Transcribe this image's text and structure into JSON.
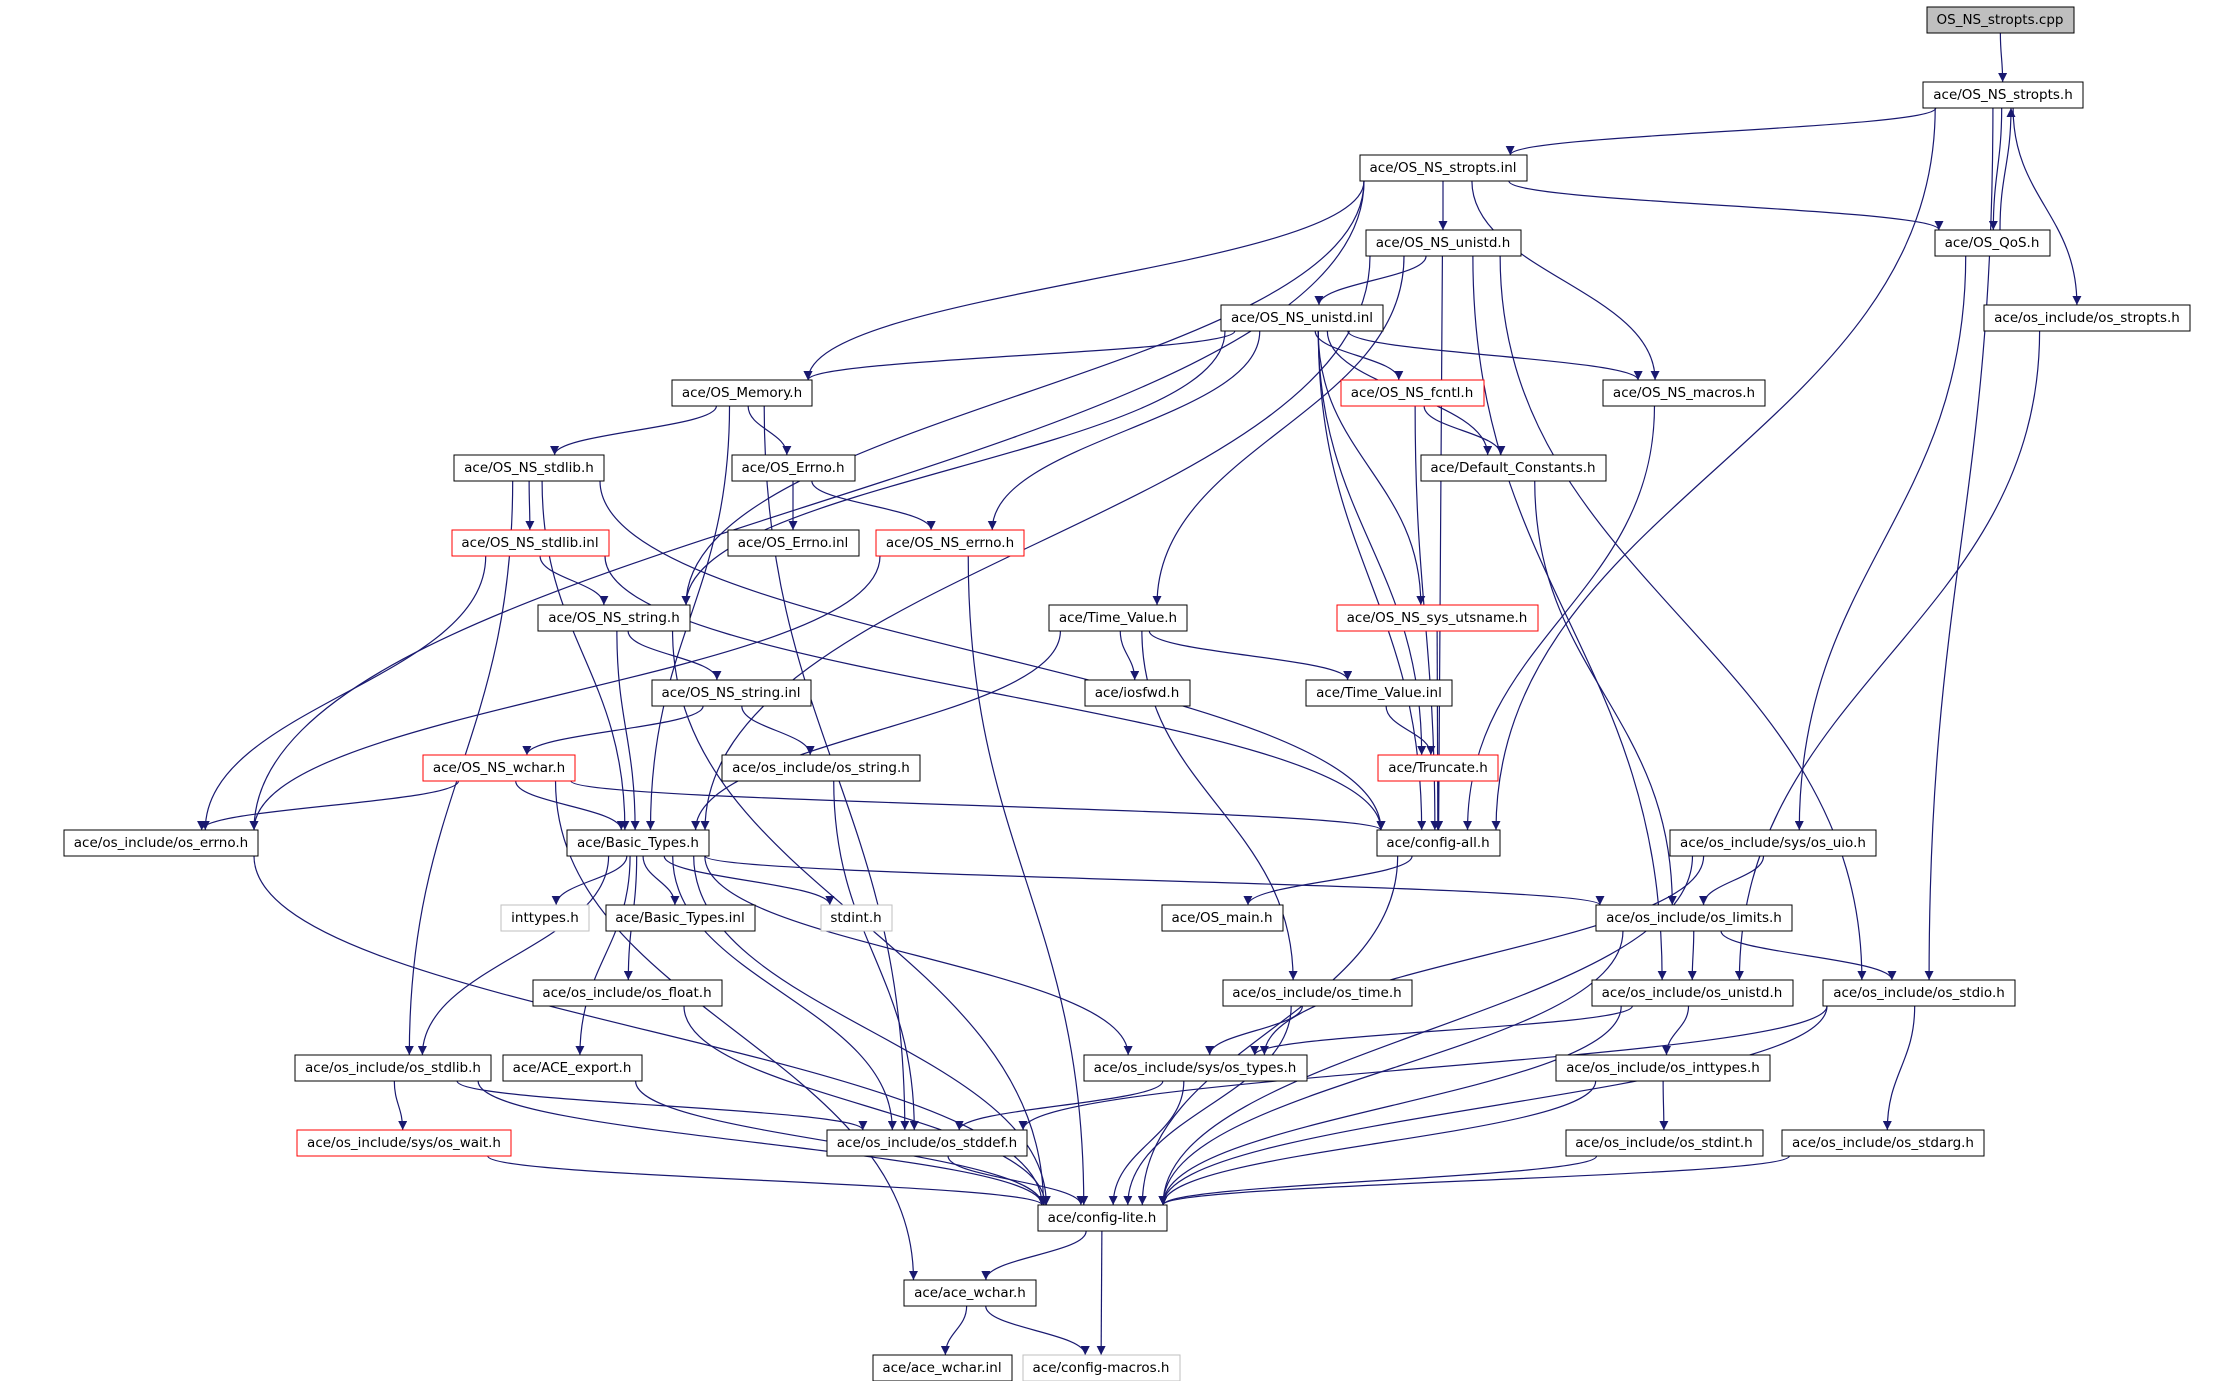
{
  "graph": {
    "nodes": [
      {
        "id": "n1",
        "label": "OS_NS_stropts.cpp",
        "kind": "root"
      },
      {
        "id": "n2",
        "label": "ace/OS_NS_stropts.h",
        "kind": "normal"
      },
      {
        "id": "n3",
        "label": "ace/OS_NS_stropts.inl",
        "kind": "normal"
      },
      {
        "id": "n4",
        "label": "ace/OS_QoS.h",
        "kind": "normal"
      },
      {
        "id": "n5",
        "label": "ace/os_include/os_stropts.h",
        "kind": "normal"
      },
      {
        "id": "n6",
        "label": "ace/OS_NS_unistd.h",
        "kind": "normal"
      },
      {
        "id": "n7",
        "label": "ace/OS_NS_unistd.inl",
        "kind": "normal"
      },
      {
        "id": "n8",
        "label": "ace/OS_Memory.h",
        "kind": "normal"
      },
      {
        "id": "n9",
        "label": "ace/OS_NS_fcntl.h",
        "kind": "truncated"
      },
      {
        "id": "n10",
        "label": "ace/OS_NS_macros.h",
        "kind": "normal"
      },
      {
        "id": "n11",
        "label": "ace/OS_NS_stdlib.h",
        "kind": "normal"
      },
      {
        "id": "n12",
        "label": "ace/OS_Errno.h",
        "kind": "normal"
      },
      {
        "id": "n13",
        "label": "ace/Default_Constants.h",
        "kind": "normal"
      },
      {
        "id": "n14",
        "label": "ace/OS_NS_stdlib.inl",
        "kind": "truncated"
      },
      {
        "id": "n15",
        "label": "ace/OS_Errno.inl",
        "kind": "normal"
      },
      {
        "id": "n16",
        "label": "ace/OS_NS_errno.h",
        "kind": "truncated"
      },
      {
        "id": "n17",
        "label": "ace/OS_NS_string.h",
        "kind": "normal"
      },
      {
        "id": "n18",
        "label": "ace/Time_Value.h",
        "kind": "normal"
      },
      {
        "id": "n19",
        "label": "ace/OS_NS_sys_utsname.h",
        "kind": "truncated"
      },
      {
        "id": "n20",
        "label": "ace/OS_NS_string.inl",
        "kind": "normal"
      },
      {
        "id": "n21",
        "label": "ace/iosfwd.h",
        "kind": "normal"
      },
      {
        "id": "n22",
        "label": "ace/Time_Value.inl",
        "kind": "normal"
      },
      {
        "id": "n23",
        "label": "ace/OS_NS_wchar.h",
        "kind": "truncated"
      },
      {
        "id": "n24",
        "label": "ace/os_include/os_string.h",
        "kind": "normal"
      },
      {
        "id": "n25",
        "label": "ace/Truncate.h",
        "kind": "truncated"
      },
      {
        "id": "n26",
        "label": "ace/os_include/os_errno.h",
        "kind": "normal"
      },
      {
        "id": "n27",
        "label": "ace/Basic_Types.h",
        "kind": "normal"
      },
      {
        "id": "n28",
        "label": "ace/config-all.h",
        "kind": "normal"
      },
      {
        "id": "n29",
        "label": "ace/os_include/sys/os_uio.h",
        "kind": "normal"
      },
      {
        "id": "n30",
        "label": "inttypes.h",
        "kind": "external"
      },
      {
        "id": "n31",
        "label": "ace/Basic_Types.inl",
        "kind": "normal"
      },
      {
        "id": "n32",
        "label": "stdint.h",
        "kind": "external"
      },
      {
        "id": "n33",
        "label": "ace/OS_main.h",
        "kind": "normal"
      },
      {
        "id": "n34",
        "label": "ace/os_include/os_limits.h",
        "kind": "normal"
      },
      {
        "id": "n35",
        "label": "ace/os_include/os_float.h",
        "kind": "normal"
      },
      {
        "id": "n36",
        "label": "ace/os_include/os_time.h",
        "kind": "normal"
      },
      {
        "id": "n37",
        "label": "ace/os_include/os_unistd.h",
        "kind": "normal"
      },
      {
        "id": "n38",
        "label": "ace/os_include/os_stdio.h",
        "kind": "normal"
      },
      {
        "id": "n39",
        "label": "ace/os_include/os_stdlib.h",
        "kind": "normal"
      },
      {
        "id": "n40",
        "label": "ace/ACE_export.h",
        "kind": "normal"
      },
      {
        "id": "n41",
        "label": "ace/os_include/sys/os_types.h",
        "kind": "normal"
      },
      {
        "id": "n42",
        "label": "ace/os_include/os_inttypes.h",
        "kind": "normal"
      },
      {
        "id": "n43",
        "label": "ace/os_include/sys/os_wait.h",
        "kind": "truncated"
      },
      {
        "id": "n44",
        "label": "ace/os_include/os_stddef.h",
        "kind": "normal"
      },
      {
        "id": "n45",
        "label": "ace/os_include/os_stdint.h",
        "kind": "normal"
      },
      {
        "id": "n46",
        "label": "ace/os_include/os_stdarg.h",
        "kind": "normal"
      },
      {
        "id": "n47",
        "label": "ace/config-lite.h",
        "kind": "normal"
      },
      {
        "id": "n48",
        "label": "ace/ace_wchar.h",
        "kind": "normal"
      },
      {
        "id": "n49",
        "label": "ace/ace_wchar.inl",
        "kind": "normal"
      },
      {
        "id": "n50",
        "label": "ace/config-macros.h",
        "kind": "external"
      }
    ],
    "edges": [
      [
        "n1",
        "n2"
      ],
      [
        "n2",
        "n3"
      ],
      [
        "n2",
        "n4"
      ],
      [
        "n2",
        "n5"
      ],
      [
        "n2",
        "n28"
      ],
      [
        "n2",
        "n38"
      ],
      [
        "n3",
        "n6"
      ],
      [
        "n3",
        "n4"
      ],
      [
        "n3",
        "n8"
      ],
      [
        "n3",
        "n10"
      ],
      [
        "n3",
        "n17"
      ],
      [
        "n3",
        "n26"
      ],
      [
        "n4",
        "n2"
      ],
      [
        "n4",
        "n29"
      ],
      [
        "n5",
        "n37"
      ],
      [
        "n6",
        "n7"
      ],
      [
        "n6",
        "n18"
      ],
      [
        "n6",
        "n27"
      ],
      [
        "n6",
        "n28"
      ],
      [
        "n6",
        "n37"
      ],
      [
        "n6",
        "n38"
      ],
      [
        "n7",
        "n8"
      ],
      [
        "n7",
        "n9"
      ],
      [
        "n7",
        "n10"
      ],
      [
        "n7",
        "n13"
      ],
      [
        "n7",
        "n16"
      ],
      [
        "n7",
        "n19"
      ],
      [
        "n7",
        "n25"
      ],
      [
        "n7",
        "n28"
      ],
      [
        "n7",
        "n17"
      ],
      [
        "n8",
        "n11"
      ],
      [
        "n8",
        "n12"
      ],
      [
        "n8",
        "n27"
      ],
      [
        "n8",
        "n44"
      ],
      [
        "n9",
        "n13"
      ],
      [
        "n9",
        "n28"
      ],
      [
        "n10",
        "n28"
      ],
      [
        "n11",
        "n14"
      ],
      [
        "n11",
        "n27"
      ],
      [
        "n11",
        "n39"
      ],
      [
        "n11",
        "n28"
      ],
      [
        "n12",
        "n15"
      ],
      [
        "n12",
        "n16"
      ],
      [
        "n13",
        "n34"
      ],
      [
        "n14",
        "n17"
      ],
      [
        "n14",
        "n26"
      ],
      [
        "n14",
        "n28"
      ],
      [
        "n16",
        "n26"
      ],
      [
        "n16",
        "n47"
      ],
      [
        "n17",
        "n20"
      ],
      [
        "n17",
        "n27"
      ],
      [
        "n17",
        "n47"
      ],
      [
        "n18",
        "n21"
      ],
      [
        "n18",
        "n22"
      ],
      [
        "n18",
        "n27"
      ],
      [
        "n18",
        "n36"
      ],
      [
        "n19",
        "n28"
      ],
      [
        "n20",
        "n23"
      ],
      [
        "n20",
        "n24"
      ],
      [
        "n22",
        "n25"
      ],
      [
        "n23",
        "n26"
      ],
      [
        "n23",
        "n27"
      ],
      [
        "n23",
        "n28"
      ],
      [
        "n23",
        "n48"
      ],
      [
        "n24",
        "n44"
      ],
      [
        "n25",
        "n28"
      ],
      [
        "n26",
        "n47"
      ],
      [
        "n27",
        "n30"
      ],
      [
        "n27",
        "n31"
      ],
      [
        "n27",
        "n32"
      ],
      [
        "n27",
        "n34"
      ],
      [
        "n27",
        "n35"
      ],
      [
        "n27",
        "n39"
      ],
      [
        "n27",
        "n40"
      ],
      [
        "n27",
        "n41"
      ],
      [
        "n27",
        "n44"
      ],
      [
        "n27",
        "n47"
      ],
      [
        "n28",
        "n33"
      ],
      [
        "n28",
        "n47"
      ],
      [
        "n29",
        "n34"
      ],
      [
        "n29",
        "n41"
      ],
      [
        "n29",
        "n47"
      ],
      [
        "n34",
        "n37"
      ],
      [
        "n34",
        "n38"
      ],
      [
        "n34",
        "n47"
      ],
      [
        "n35",
        "n47"
      ],
      [
        "n36",
        "n41"
      ],
      [
        "n36",
        "n47"
      ],
      [
        "n37",
        "n41"
      ],
      [
        "n37",
        "n42"
      ],
      [
        "n37",
        "n47"
      ],
      [
        "n38",
        "n44"
      ],
      [
        "n38",
        "n46"
      ],
      [
        "n38",
        "n47"
      ],
      [
        "n39",
        "n43"
      ],
      [
        "n39",
        "n44"
      ],
      [
        "n39",
        "n47"
      ],
      [
        "n40",
        "n47"
      ],
      [
        "n41",
        "n44"
      ],
      [
        "n41",
        "n47"
      ],
      [
        "n42",
        "n45"
      ],
      [
        "n42",
        "n47"
      ],
      [
        "n43",
        "n47"
      ],
      [
        "n44",
        "n47"
      ],
      [
        "n45",
        "n47"
      ],
      [
        "n46",
        "n47"
      ],
      [
        "n47",
        "n48"
      ],
      [
        "n47",
        "n50"
      ],
      [
        "n48",
        "n49"
      ],
      [
        "n48",
        "n50"
      ]
    ]
  },
  "colors": {
    "edge": "#191970",
    "border_normal": "#000000",
    "border_truncated": "#ff0000",
    "border_external": "#bfbfbf",
    "root_fill": "#bfbfbf",
    "node_fill": "#ffffff"
  }
}
